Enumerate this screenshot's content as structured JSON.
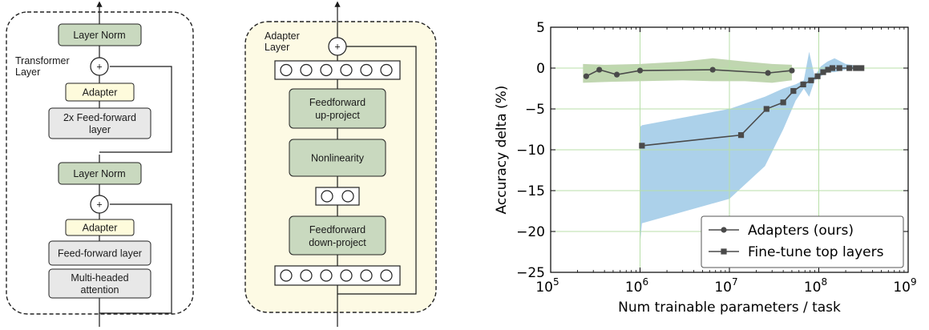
{
  "transformer": {
    "layer_label_1": "Transformer",
    "layer_label_2": "Layer",
    "blocks": {
      "layer_norm_top": "Layer Norm",
      "plus_top": "+",
      "adapter_top": "Adapter",
      "ffn_2x_line1": "2x Feed-forward",
      "ffn_2x_line2": "layer",
      "layer_norm_bottom": "Layer Norm",
      "plus_bottom": "+",
      "adapter_bottom": "Adapter",
      "ffn": "Feed-forward layer",
      "mha_line1": "Multi-headed",
      "mha_line2": "attention"
    }
  },
  "adapter": {
    "layer_label_1": "Adapter",
    "layer_label_2": "Layer",
    "blocks": {
      "plus": "+",
      "up_line1": "Feedforward",
      "up_line2": "up-project",
      "nonlinearity": "Nonlinearity",
      "down_line1": "Feedforward",
      "down_line2": "down-project"
    }
  },
  "colors": {
    "block_green": "#c9d9bf",
    "block_yellow": "#fefbdc",
    "block_gray": "#e8e8e8",
    "adapter_bg": "#fdfae4",
    "adapters_band": "#b5cfa2",
    "finetune_band": "#9ec9e6",
    "line_color": "#4a4a4a"
  },
  "chart_data": {
    "type": "line",
    "xlabel": "Num trainable parameters / task",
    "ylabel": "Accuracy delta (%)",
    "xscale": "log",
    "xlim": [
      100000,
      1000000000
    ],
    "ylim": [
      -25,
      5
    ],
    "x_ticks": [
      100000,
      1000000,
      10000000,
      100000000,
      1000000000
    ],
    "x_tick_labels": [
      {
        "base": "10",
        "exp": "5"
      },
      {
        "base": "10",
        "exp": "6"
      },
      {
        "base": "10",
        "exp": "7"
      },
      {
        "base": "10",
        "exp": "8"
      },
      {
        "base": "10",
        "exp": "9"
      }
    ],
    "y_ticks": [
      5,
      0,
      -5,
      -10,
      -15,
      -20,
      -25
    ],
    "y_tick_labels": [
      "5",
      "0",
      "−5",
      "−10",
      "−15",
      "−20",
      "−25"
    ],
    "grid": true,
    "legend_position": "bottom-right",
    "series": [
      {
        "name": "Adapters (ours)",
        "marker": "circle",
        "x": [
          250000,
          350000,
          550000,
          1000000,
          6500000,
          27000000,
          50000000
        ],
        "y": [
          -1.0,
          -0.2,
          -0.8,
          -0.3,
          -0.2,
          -0.6,
          -0.3
        ],
        "band_x": [
          230000,
          400000,
          1000000,
          3000000,
          6500000,
          15000000,
          30000000,
          50000000
        ],
        "band_upper": [
          0.5,
          0.4,
          0.5,
          0.8,
          1.2,
          0.8,
          0.5,
          0.4
        ],
        "band_lower": [
          -1.8,
          -1.7,
          -1.6,
          -1.5,
          -1.6,
          -1.6,
          -1.8,
          -1.5
        ]
      },
      {
        "name": "Fine-tune top layers",
        "marker": "square",
        "x": [
          1050000,
          13500000,
          26000000,
          40000000,
          52000000,
          67000000,
          82000000,
          97000000,
          112000000,
          127000000,
          142000000,
          170000000,
          220000000,
          260000000,
          300000000
        ],
        "y": [
          -9.5,
          -8.2,
          -5.0,
          -4.2,
          -2.8,
          -2.0,
          -1.5,
          -1.0,
          -0.5,
          -0.2,
          0.0,
          0.0,
          0.0,
          0.0,
          0.0
        ],
        "band_x": [
          1000000,
          1050000,
          10000000,
          25000000,
          40000000,
          55000000,
          68000000,
          78000000,
          90000000,
          105000000,
          125000000,
          150000000,
          200000000,
          300000000
        ],
        "band_upper": [
          -7.2,
          -7.0,
          -5.0,
          -3.5,
          -2.5,
          -2.0,
          -1.5,
          2.0,
          -1.0,
          0.2,
          0.8,
          1.2,
          0.5,
          0.2
        ],
        "band_lower": [
          -21.5,
          -19.0,
          -16.0,
          -12.0,
          -7.5,
          -4.0,
          -2.5,
          -3.5,
          -1.5,
          -1.0,
          -0.5,
          -0.5,
          -0.2,
          -0.1
        ]
      }
    ]
  }
}
